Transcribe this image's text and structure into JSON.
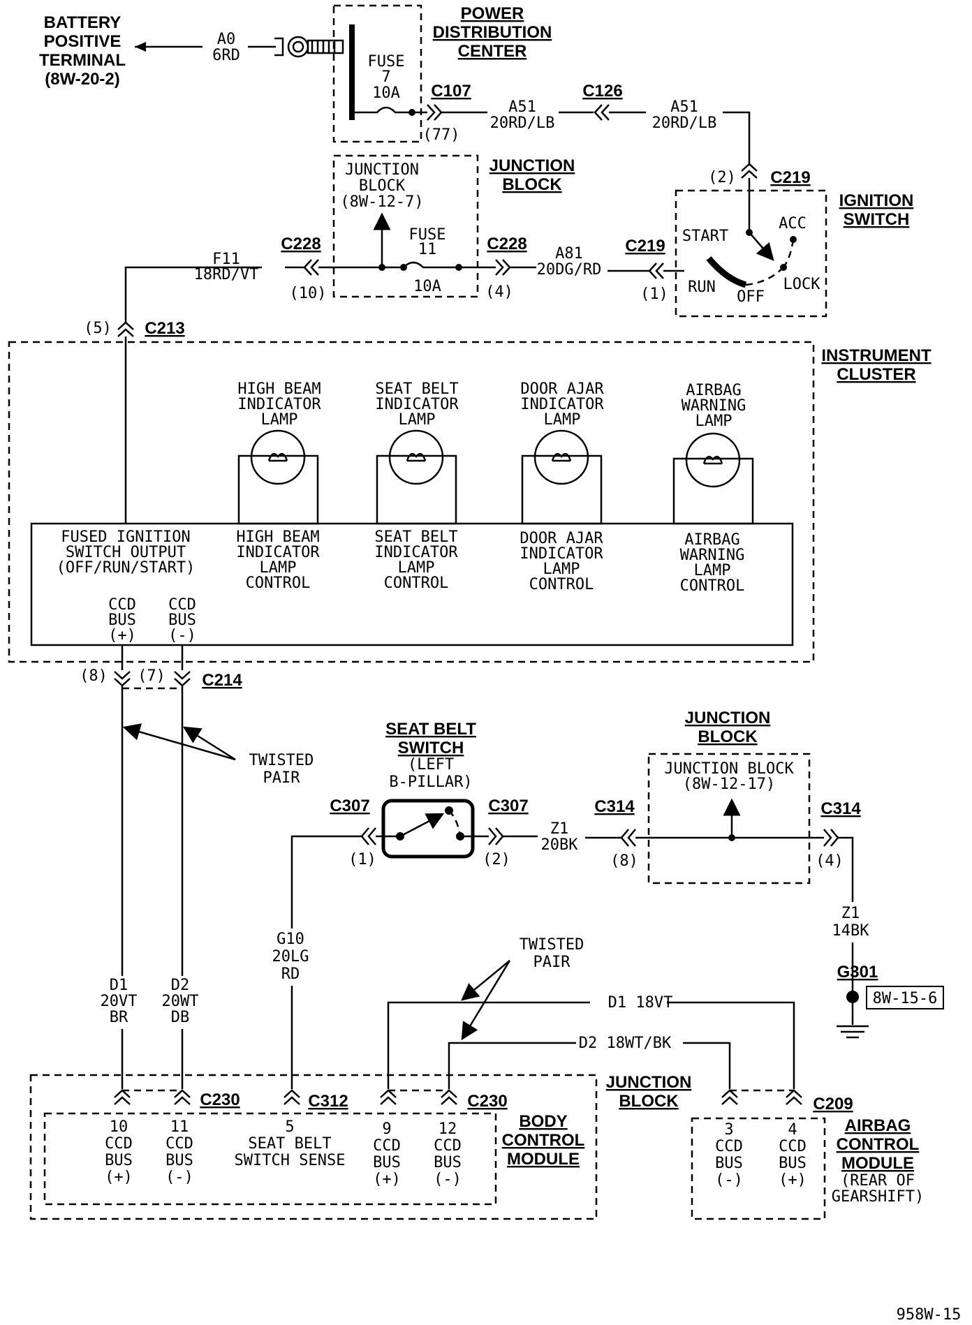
{
  "battery": {
    "l1": "BATTERY",
    "l2": "POSITIVE",
    "l3": "TERMINAL",
    "l4": "(8W-20-2)"
  },
  "pdc": {
    "l1": "POWER",
    "l2": "DISTRIBUTION",
    "l3": "CENTER",
    "fuse1": "FUSE",
    "fuse2": "7",
    "fuse3": "10A"
  },
  "wire_a0": {
    "l1": "A0",
    "l2": "6RD"
  },
  "c107": {
    "name": "C107",
    "pin": "(77)"
  },
  "c126": {
    "name": "C126"
  },
  "wire_a51_1": {
    "l1": "A51",
    "l2": "20RD/LB"
  },
  "wire_a51_2": {
    "l1": "A51",
    "l2": "20RD/LB"
  },
  "c219_top": {
    "name": "C219",
    "pin": "(2)"
  },
  "ign_switch": {
    "l1": "IGNITION",
    "l2": "SWITCH",
    "start": "START",
    "acc": "ACC",
    "run": "RUN",
    "off": "OFF",
    "lock": "LOCK"
  },
  "jb1": {
    "title1": "JUNCTION",
    "title2": "BLOCK",
    "in1": "JUNCTION",
    "in2": "BLOCK",
    "in3": "(8W-12-7)",
    "fuse1": "FUSE",
    "fuse2": "11",
    "fuse3": "10A"
  },
  "c228_left": {
    "name": "C228",
    "pin": "(10)"
  },
  "c228_right": {
    "name": "C228",
    "pin": "(4)"
  },
  "c219_mid": {
    "name": "C219",
    "pin": "(1)"
  },
  "wire_f11": {
    "l1": "F11",
    "l2": "18RD/VT"
  },
  "wire_a81": {
    "l1": "A81",
    "l2": "20DG/RD"
  },
  "c213": {
    "name": "C213",
    "pin": "(5)"
  },
  "cluster": {
    "title1": "INSTRUMENT",
    "title2": "CLUSTER",
    "lamps": [
      {
        "l1": "HIGH BEAM",
        "l2": "INDICATOR",
        "l3": "LAMP"
      },
      {
        "l1": "SEAT BELT",
        "l2": "INDICATOR",
        "l3": "LAMP"
      },
      {
        "l1": "DOOR AJAR",
        "l2": "INDICATOR",
        "l3": "LAMP"
      },
      {
        "l1": "AIRBAG",
        "l2": "WARNING",
        "l3": "LAMP"
      }
    ],
    "controls": [
      {
        "l1": "HIGH BEAM",
        "l2": "INDICATOR",
        "l3": "LAMP",
        "l4": "CONTROL"
      },
      {
        "l1": "SEAT BELT",
        "l2": "INDICATOR",
        "l3": "LAMP",
        "l4": "CONTROL"
      },
      {
        "l1": "DOOR AJAR",
        "l2": "INDICATOR",
        "l3": "LAMP",
        "l4": "CONTROL"
      },
      {
        "l1": "AIRBAG",
        "l2": "WARNING",
        "l3": "LAMP",
        "l4": "CONTROL"
      }
    ],
    "fused1": "FUSED IGNITION",
    "fused2": "SWITCH OUTPUT",
    "fused3": "(OFF/RUN/START)",
    "ccd_pos": {
      "l1": "CCD",
      "l2": "BUS",
      "l3": "(+)"
    },
    "ccd_neg": {
      "l1": "CCD",
      "l2": "BUS",
      "l3": "(-)"
    }
  },
  "c214": {
    "name": "C214",
    "pin1": "(8)",
    "pin2": "(7)"
  },
  "twisted1": {
    "l1": "TWISTED",
    "l2": "PAIR"
  },
  "seatbelt_sw": {
    "l1": "SEAT BELT",
    "l2": "SWITCH",
    "l3": "(LEFT",
    "l4": "B-PILLAR)"
  },
  "c307_left": {
    "name": "C307",
    "pin": "(1)"
  },
  "c307_right": {
    "name": "C307",
    "pin": "(2)"
  },
  "wire_z1_a": {
    "l1": "Z1",
    "l2": "20BK"
  },
  "c314_left": {
    "name": "C314",
    "pin": "(8)"
  },
  "c314_right": {
    "name": "C314",
    "pin": "(4)"
  },
  "jb2": {
    "title1": "JUNCTION",
    "title2": "BLOCK",
    "in1": "JUNCTION BLOCK",
    "in2": "(8W-12-17)"
  },
  "wire_z1_b": {
    "l1": "Z1",
    "l2": "14BK"
  },
  "g301": {
    "name": "G301",
    "ref": "8W-15-6"
  },
  "wire_g10": {
    "l1": "G10",
    "l2": "20LG",
    "l3": "RD"
  },
  "wire_d1_left": {
    "l1": "D1",
    "l2": "20VT",
    "l3": "BR"
  },
  "wire_d2_left": {
    "l1": "D2",
    "l2": "20WT",
    "l3": "DB"
  },
  "twisted2": {
    "l1": "TWISTED",
    "l2": "PAIR"
  },
  "wire_d1_right": "D1 18VT",
  "wire_d2_right": "D2 18WT/BK",
  "c230_left": {
    "name": "C230"
  },
  "c312": {
    "name": "C312"
  },
  "c230_right": {
    "name": "C230"
  },
  "jb3": {
    "title1": "JUNCTION",
    "title2": "BLOCK"
  },
  "bcm": {
    "title1": "BODY",
    "title2": "CONTROL",
    "title3": "MODULE",
    "pins": [
      {
        "n": "10",
        "l1": "CCD",
        "l2": "BUS",
        "l3": "(+)"
      },
      {
        "n": "11",
        "l1": "CCD",
        "l2": "BUS",
        "l3": "(-)"
      },
      {
        "n": "5",
        "l1": "SEAT BELT",
        "l2": "SWITCH SENSE",
        "l3": ""
      },
      {
        "n": "9",
        "l1": "CCD",
        "l2": "BUS",
        "l3": "(+)"
      },
      {
        "n": "12",
        "l1": "CCD",
        "l2": "BUS",
        "l3": "(-)"
      }
    ]
  },
  "c209": {
    "name": "C209"
  },
  "acm": {
    "title1": "AIRBAG",
    "title2": "CONTROL",
    "title3": "MODULE",
    "sub1": "(REAR OF",
    "sub2": "GEARSHIFT)",
    "pins": [
      {
        "n": "3",
        "l1": "CCD",
        "l2": "BUS",
        "l3": "(-)"
      },
      {
        "n": "4",
        "l1": "CCD",
        "l2": "BUS",
        "l3": "(+)"
      }
    ]
  },
  "page_id": "958W-15"
}
